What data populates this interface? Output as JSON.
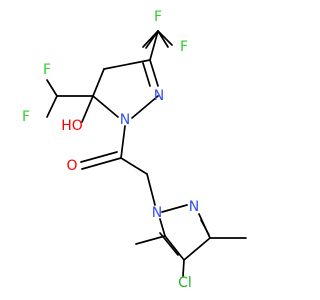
{
  "atoms": {
    "f1": "F",
    "f2": "F",
    "f3": "F",
    "f4": "F",
    "oh": "HO",
    "n_ring1_a": "N",
    "n_ring1_b": "N",
    "o_carbonyl": "O",
    "n_ring2_a": "N",
    "n_ring2_b": "N",
    "cl": "Cl"
  },
  "colors": {
    "bond": "#000000",
    "fluorine": "#33cc33",
    "oxygen": "#ff0000",
    "nitrogen": "#3050f8",
    "chlorine": "#1fb51f"
  }
}
